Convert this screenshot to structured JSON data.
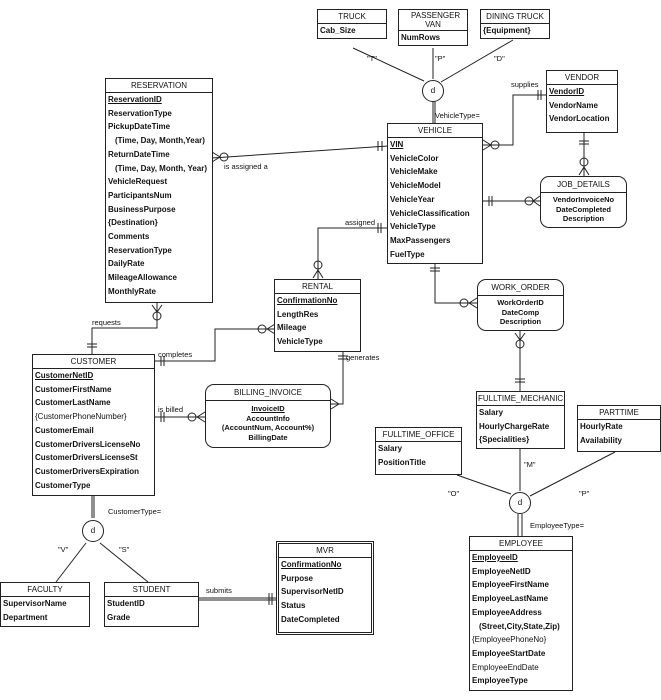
{
  "entities": {
    "truck": {
      "title": "TRUCK",
      "attrs": [
        "Cab_Size"
      ]
    },
    "passenger_van": {
      "title": "PASSENGER VAN",
      "attrs": [
        "NumRows"
      ]
    },
    "dining_truck": {
      "title": "DINING TRUCK",
      "attrs": [
        "{Equipment}"
      ]
    },
    "reservation": {
      "title": "RESERVATION",
      "attrs": [
        "ReservationID",
        "ReservationType",
        "PickupDateTime",
        "(Time, Day, Month,Year)",
        "ReturnDateTime",
        "(Time, Day, Month, Year)",
        "VehicleRequest",
        "ParticipantsNum",
        "BusinessPurpose",
        "{Destination}",
        "Comments",
        "ReservationType",
        "DailyRate",
        "MileageAllowance",
        "MonthlyRate"
      ]
    },
    "vehicle": {
      "title": "VEHICLE",
      "attrs": [
        "VIN",
        "VehicleColor",
        "VehicleMake",
        "VehicleModel",
        "VehicleYear",
        "VehicleClassification",
        "VehicleType",
        "MaxPassengers",
        "FuelType"
      ]
    },
    "vendor": {
      "title": "VENDOR",
      "attrs": [
        "VendorID",
        "VendorName",
        "VendorLocation"
      ]
    },
    "job_details": {
      "title": "JOB_DETAILS",
      "attrs": [
        "VendorInvoiceNo",
        "DateCompleted",
        "Description"
      ]
    },
    "rental": {
      "title": "RENTAL",
      "attrs": [
        "ConfirmationNo",
        "LengthRes",
        "Mileage",
        "VehicleType"
      ]
    },
    "work_order": {
      "title": "WORK_ORDER",
      "attrs": [
        "WorkOrderID",
        "DateComp",
        "Description"
      ]
    },
    "customer": {
      "title": "CUSTOMER",
      "attrs": [
        "CustomerNetID",
        "CustomerFirstName",
        "CustomerLastName",
        "{CustomerPhoneNumber}",
        "CustomerEmail",
        "CustomerDriversLicenseNo",
        "CustomerDriversLicenseSt",
        "CustomerDriversExpiration",
        "CustomerType"
      ]
    },
    "billing_invoice": {
      "title": "BILLING_INVOICE",
      "attrs": [
        "InvoiceID",
        "AccountInfo",
        "(AccountNum, Account%)",
        "BillingDate"
      ]
    },
    "fulltime_mechanic": {
      "title": "FULLTIME_MECHANIC",
      "attrs": [
        "Salary",
        "HourlyChargeRate",
        "{Specialities}"
      ]
    },
    "parttime": {
      "title": "PARTTIME",
      "attrs": [
        "HourlyRate",
        "Availability"
      ]
    },
    "fulltime_office": {
      "title": "FULLTIME_OFFICE",
      "attrs": [
        "Salary",
        "PositionTitle"
      ]
    },
    "mvr": {
      "title": "MVR",
      "attrs": [
        "ConfirmationNo",
        "Purpose",
        "SupervisorNetID",
        "Status",
        "DateCompleted"
      ]
    },
    "faculty": {
      "title": "FACULTY",
      "attrs": [
        "SupervisorName",
        "Department"
      ]
    },
    "student": {
      "title": "STUDENT",
      "attrs": [
        "StudentID",
        "Grade"
      ]
    },
    "employee": {
      "title": "EMPLOYEE",
      "attrs": [
        "EmployeeID",
        "EmployeeNetID",
        "EmployeeFirstName",
        "EmployeeLastName",
        "EmployeeAddress",
        "(Street,City,State,Zip)",
        "{EmployeePhoneNo}",
        "EmployeeStartDate",
        "EmployeeEndDate",
        "EmployeeType"
      ]
    }
  },
  "relationships": {
    "is_assigned_a": "is assigned a",
    "supplies": "supplies",
    "assigned": "assigned",
    "requests": "requests",
    "completes": "completes",
    "generates": "generates",
    "is_billed": "is billed",
    "submits": "submits"
  },
  "discriminators": {
    "vehicle": "VehicleType=",
    "customer": "CustomerType=",
    "employee": "EmployeeType=",
    "disjoint_symbol": "d"
  },
  "subtype_codes": {
    "truck": "\"T\"",
    "passenger_van": "\"P\"",
    "dining_truck": "\"D\"",
    "faculty": "\"V\"",
    "student": "\"S\"",
    "fulltime_office": "\"O\"",
    "fulltime_mechanic": "\"M\"",
    "parttime": "\"P\""
  }
}
